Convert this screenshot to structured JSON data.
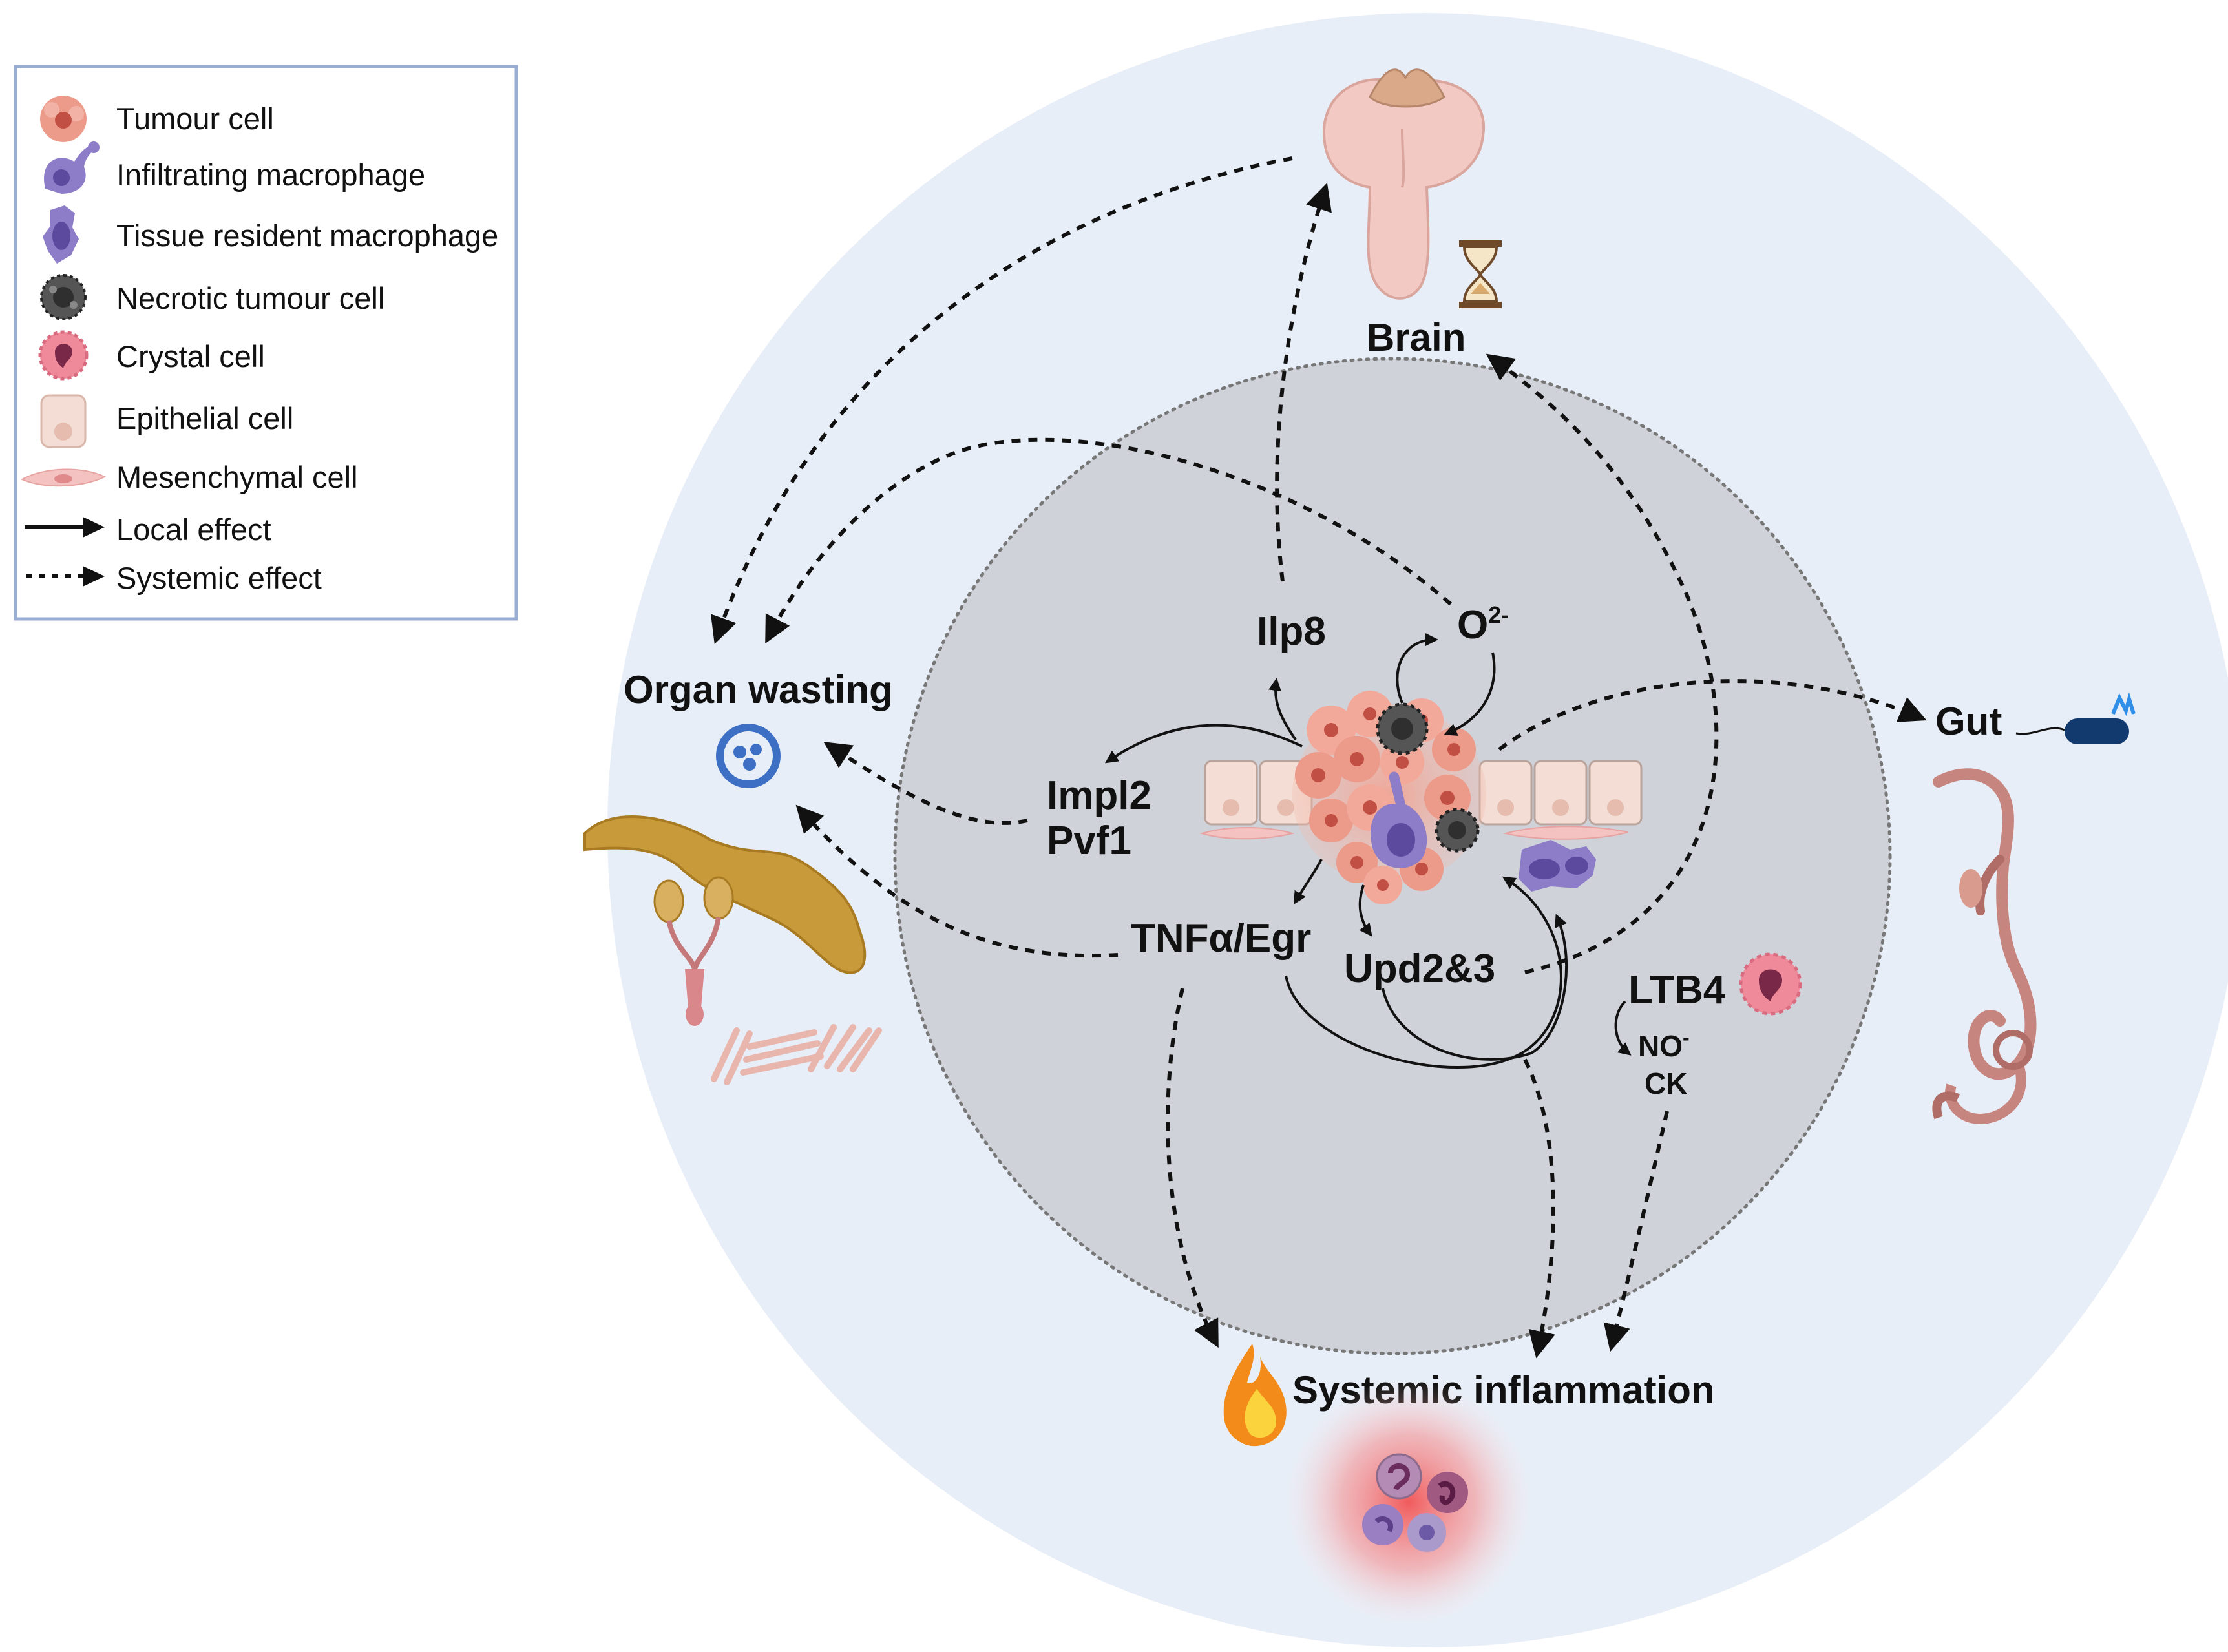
{
  "legend": {
    "items": [
      {
        "id": "tumour",
        "label": "Tumour cell"
      },
      {
        "id": "infiltrating",
        "label": "Infiltrating macrophage"
      },
      {
        "id": "resident",
        "label": "Tissue resident macrophage"
      },
      {
        "id": "necrotic",
        "label": "Necrotic tumour cell"
      },
      {
        "id": "crystal",
        "label": "Crystal cell"
      },
      {
        "id": "epithelial",
        "label": "Epithelial cell"
      },
      {
        "id": "mesenchymal",
        "label": "Mesenchymal cell"
      },
      {
        "id": "local",
        "label": "Local effect"
      },
      {
        "id": "systemic",
        "label": "Systemic effect"
      }
    ]
  },
  "targets": {
    "brain": "Brain",
    "organ_wasting": "Organ wasting",
    "gut": "Gut",
    "systemic_inflammation": "Systemic inflammation"
  },
  "factors": {
    "ilp8": "Ilp8",
    "o2": "O",
    "o2_sup": "2-",
    "impl2": "Impl2",
    "pvf1": "Pvf1",
    "tnf": "TNFα/Egr",
    "upd": "Upd2&3",
    "ltb4": "LTB4",
    "no": "NO",
    "no_sup": "-",
    "ck": "CK"
  },
  "colors": {
    "outer_circle": "#e8eef7",
    "inner_circle": "#cfd2d9",
    "tumour": "#ec9a8a",
    "macrophage": "#8d7cc7",
    "legend_border": "#9aaed4"
  }
}
